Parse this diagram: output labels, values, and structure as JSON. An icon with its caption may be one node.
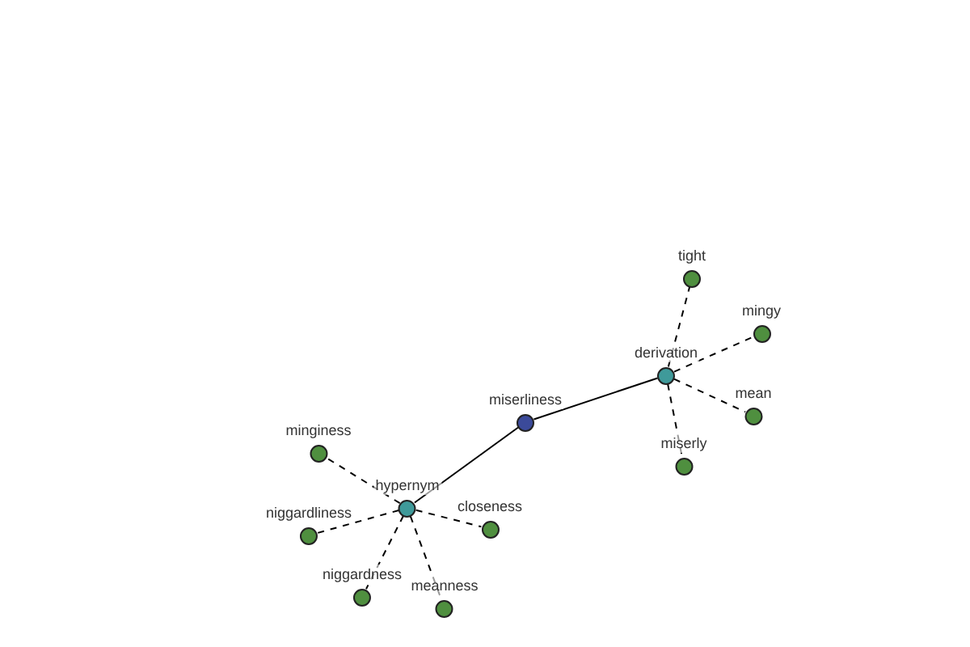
{
  "diagram": {
    "nodes": [
      {
        "text": [
          "miserliness"
        ]
      },
      {
        "text": [
          "derivation"
        ]
      },
      {
        "text": [
          "hypernym"
        ]
      },
      {
        "text": [
          "tight"
        ]
      },
      {
        "text": [
          "mingy"
        ]
      },
      {
        "text": [
          "mean"
        ]
      },
      {
        "text": [
          "miserly"
        ]
      },
      {
        "text": [
          "minginess"
        ]
      },
      {
        "text": [
          "niggardliness"
        ]
      },
      {
        "text": [
          "closeness"
        ]
      },
      {
        "text": [
          "niggardness"
        ]
      },
      {
        "text": [
          "meanness"
        ]
      }
    ],
    "edges": [
      {
        "from": 0,
        "to": 1,
        "arrow": "none"
      },
      {
        "from": 0,
        "to": 2,
        "arrow": "none"
      },
      {
        "from": 1,
        "to": 3,
        "arrow": "none",
        "style": "dashed"
      },
      {
        "from": 1,
        "to": 4,
        "arrow": "none",
        "style": "dashed"
      },
      {
        "from": 1,
        "to": 5,
        "arrow": "none",
        "style": "dashed"
      },
      {
        "from": 1,
        "to": 6,
        "arrow": "none",
        "style": "dashed"
      },
      {
        "from": 2,
        "to": 7,
        "arrow": "none",
        "style": "dashed"
      },
      {
        "from": 2,
        "to": 8,
        "arrow": "none",
        "style": "dashed"
      },
      {
        "from": 2,
        "to": 9,
        "arrow": "none",
        "style": "dashed"
      },
      {
        "from": 2,
        "to": 10,
        "arrow": "none",
        "style": "dashed"
      },
      {
        "from": 2,
        "to": 11,
        "arrow": "none",
        "style": "dashed"
      }
    ]
  }
}
